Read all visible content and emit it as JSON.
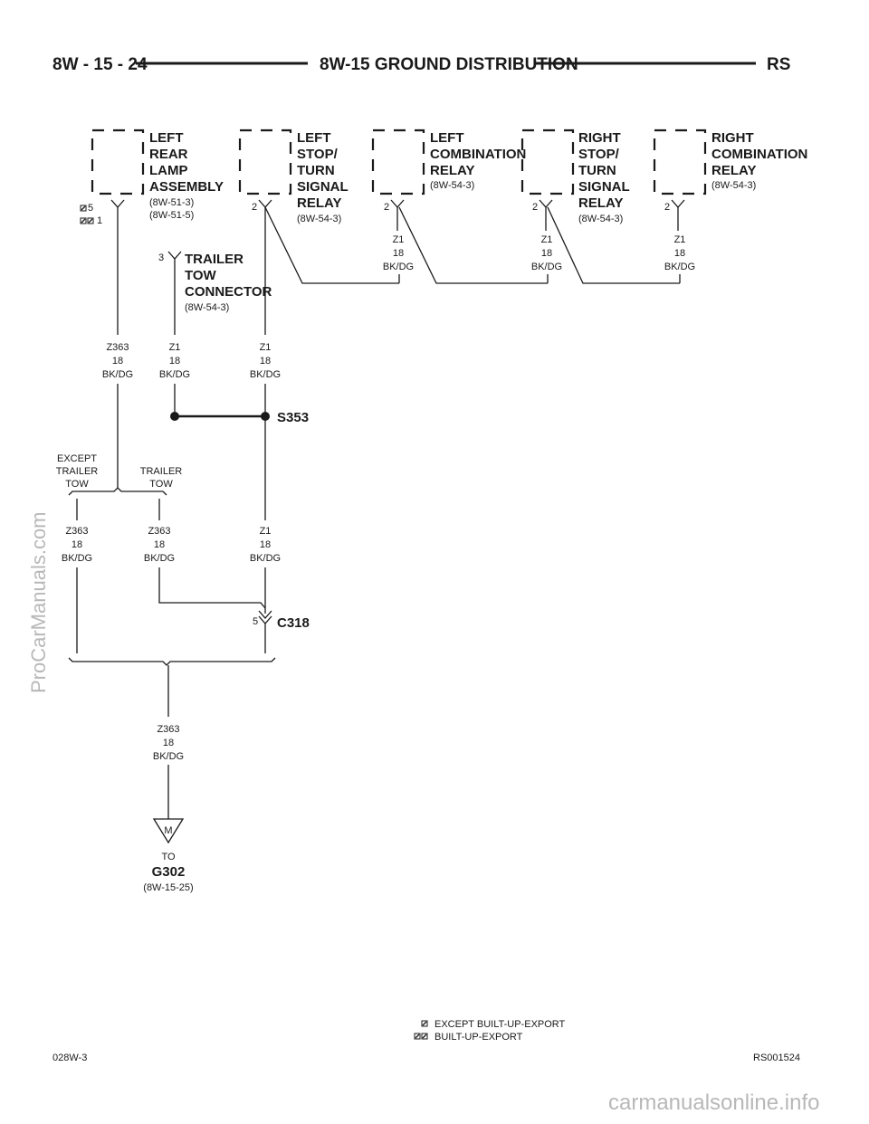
{
  "header": {
    "page_number": "8W - 15 - 24",
    "title": "8W-15 GROUND DISTRIBUTION",
    "model": "RS"
  },
  "components": {
    "left_rear_lamp": {
      "lines": [
        "LEFT",
        "REAR",
        "LAMP",
        "ASSEMBLY"
      ],
      "refs": [
        "(8W-51-3)",
        "(8W-51-5)"
      ],
      "pin_a": "5",
      "pin_b": "1"
    },
    "left_stop_turn": {
      "lines": [
        "LEFT",
        "STOP/",
        "TURN",
        "SIGNAL",
        "RELAY"
      ],
      "refs": [
        "(8W-54-3)"
      ],
      "pin": "2"
    },
    "left_combination": {
      "lines": [
        "LEFT",
        "COMBINATION",
        "RELAY"
      ],
      "refs": [
        "(8W-54-3)"
      ],
      "pin": "2"
    },
    "right_stop_turn": {
      "lines": [
        "RIGHT",
        "STOP/",
        "TURN",
        "SIGNAL",
        "RELAY"
      ],
      "refs": [
        "(8W-54-3)"
      ],
      "pin": "2"
    },
    "right_combination": {
      "lines": [
        "RIGHT",
        "COMBINATION",
        "RELAY"
      ],
      "refs": [
        "(8W-54-3)"
      ],
      "pin": "2"
    },
    "trailer_tow": {
      "lines": [
        "TRAILER",
        "TOW",
        "CONNECTOR"
      ],
      "refs": [
        "(8W-54-3)"
      ],
      "pin": "3"
    }
  },
  "wires": {
    "w_left_comb": [
      "Z1",
      "18",
      "BK/DG"
    ],
    "w_right_stop": [
      "Z1",
      "18",
      "BK/DG"
    ],
    "w_right_comb": [
      "Z1",
      "18",
      "BK/DG"
    ],
    "w_z363_upper": [
      "Z363",
      "18",
      "BK/DG"
    ],
    "w_trailer": [
      "Z1",
      "18",
      "BK/DG"
    ],
    "w_left_stop": [
      "Z1",
      "18",
      "BK/DG"
    ],
    "w_z363_except": [
      "Z363",
      "18",
      "BK/DG"
    ],
    "w_z363_trailer": [
      "Z363",
      "18",
      "BK/DG"
    ],
    "w_z1_lower": [
      "Z1",
      "18",
      "BK/DG"
    ],
    "w_z363_bottom": [
      "Z363",
      "18",
      "BK/DG"
    ]
  },
  "branches": {
    "except_trailer_tow": [
      "EXCEPT",
      "TRAILER",
      "TOW"
    ],
    "trailer_tow": [
      "TRAILER",
      "TOW"
    ]
  },
  "splice": "S353",
  "connector": {
    "name": "C318",
    "pin": "5"
  },
  "ground": {
    "symbol": "M",
    "to": "TO",
    "name": "G302",
    "ref": "(8W-15-25)"
  },
  "legend": [
    "EXCEPT BUILT-UP-EXPORT",
    "BUILT-UP-EXPORT"
  ],
  "footer": {
    "left": "028W-3",
    "right": "RS001524"
  },
  "watermarks": {
    "side": "ProCarManuals.com",
    "bottom": "carmanualsonline.info"
  }
}
